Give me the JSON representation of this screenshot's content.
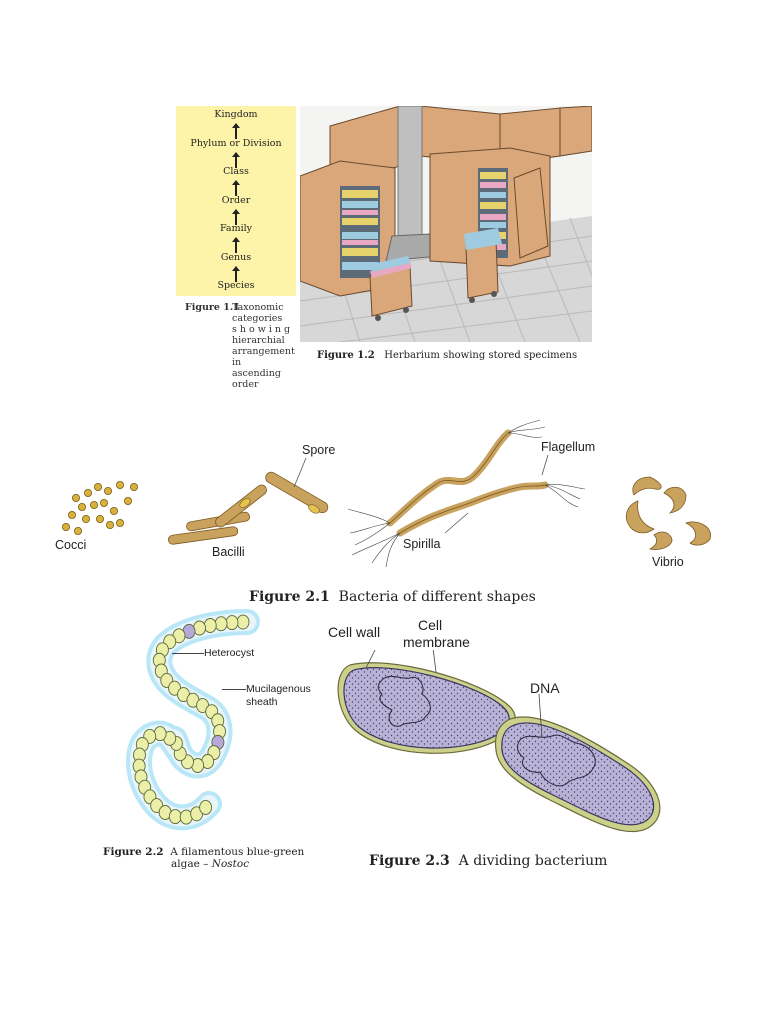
{
  "fig1_1": {
    "categories": [
      "Kingdom",
      "Phylum or Division",
      "Class",
      "Order",
      "Family",
      "Genus",
      "Species"
    ],
    "caption_num": "Figure 1.1",
    "caption_lines": [
      "Taxonomic",
      "categories",
      "showing",
      "hierarchial",
      "arrangement",
      "in ascending",
      "order"
    ]
  },
  "fig1_2": {
    "caption_num": "Figure 1.2",
    "caption_text": "Herbarium showing stored specimens"
  },
  "fig2_1": {
    "labels": {
      "cocci": "Cocci",
      "bacilli": "Bacilli",
      "spore": "Spore",
      "spirilla": "Spirilla",
      "flagellum": "Flagellum",
      "vibrio": "Vibrio"
    },
    "caption_num": "Figure 2.1",
    "caption_text": "Bacteria of different shapes"
  },
  "fig2_2": {
    "labels": {
      "heterocyst": "Heterocyst",
      "sheath_1": "Mucilagenous",
      "sheath_2": "sheath"
    },
    "caption_num": "Figure 2.2",
    "caption_line1": "A filamentous blue-green",
    "caption_line2_a": "algae – ",
    "caption_line2_b": "Nostoc"
  },
  "fig2_3": {
    "labels": {
      "cell_wall": "Cell wall",
      "cell_membrane_1": "Cell",
      "cell_membrane_2": "membrane",
      "dna": "DNA"
    },
    "caption_num": "Figure 2.3",
    "caption_text": "A dividing bacterium"
  },
  "colors": {
    "tax_bg": "#fdf4a9",
    "cabinet": "#d9a77a",
    "bacteria": "#c9a25e",
    "nostoc_cell": "#ecefa8",
    "nostoc_sheath": "#7fd3f0",
    "heterocyst": "#b7a8dc",
    "bacterium_fill": "#b8b3d6",
    "bacterium_wall": "#cbd18a"
  }
}
